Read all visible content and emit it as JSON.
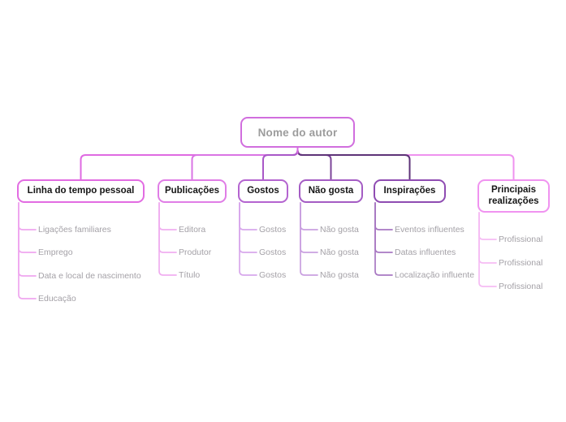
{
  "background": "#ffffff",
  "root": {
    "label": "Nome do autor",
    "border_color": "#d16ede",
    "edge_color": "#d66be0",
    "text_color": "#9c9c9c"
  },
  "branches": [
    {
      "label": "Linha do tempo pessoal",
      "border_color": "#e26ce2",
      "edge_color": "#df6ae2",
      "subline_color": "#efa6ef",
      "children": [
        "Ligações familiares",
        "Emprego",
        "Data e local de nascimento",
        "Educação"
      ]
    },
    {
      "label": "Publicações",
      "border_color": "#e07de6",
      "edge_color": "#da74e4",
      "subline_color": "#f0aef0",
      "children": [
        "Editora",
        "Produtor",
        "Título"
      ]
    },
    {
      "label": "Gostos",
      "border_color": "#b464d0",
      "edge_color": "#a958c8",
      "subline_color": "#d8a8ec",
      "children": [
        "Gostos",
        "Gostos",
        "Gostos"
      ]
    },
    {
      "label": "Não gosta",
      "border_color": "#a45cc4",
      "edge_color": "#7c4499",
      "subline_color": "#c9a0e0",
      "children": [
        "Não gosta",
        "Não gosta",
        "Não gosta"
      ]
    },
    {
      "label": "Inspirações",
      "border_color": "#8f4cb2",
      "edge_color": "#5e3378",
      "subline_color": "#a878c2",
      "children": [
        "Eventos influentes",
        "Datas influentes",
        "Localização influente"
      ]
    },
    {
      "label": "Principais realizações",
      "border_color": "#f093f0",
      "edge_color": "#ef92ef",
      "subline_color": "#f6bcf4",
      "children": [
        "Profissional",
        "Profissional",
        "Profissional"
      ]
    }
  ],
  "branch_text_color": "#161616",
  "subtopic_text_color": "#a4a1a7"
}
